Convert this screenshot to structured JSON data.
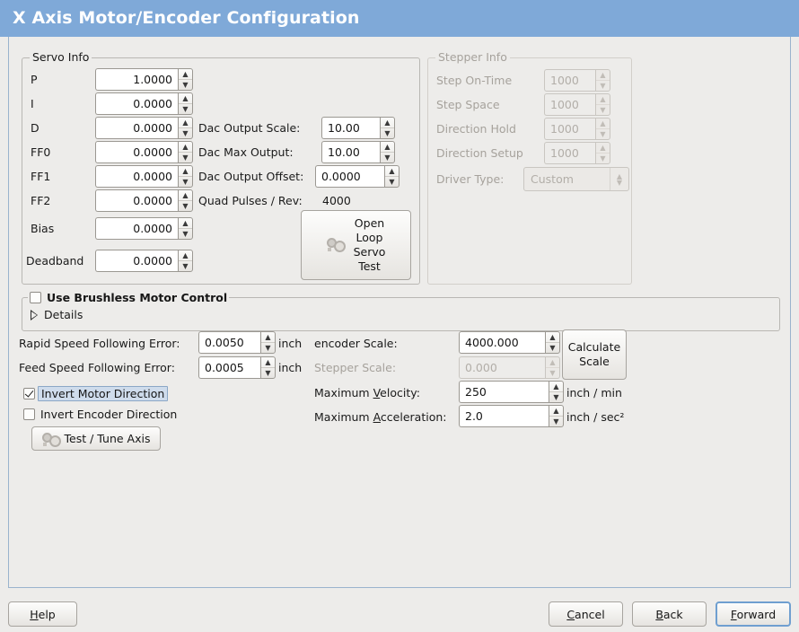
{
  "window": {
    "title": "X Axis Motor/Encoder Configuration",
    "title_bar_color": "#7fa9d8",
    "background_color": "#edecea"
  },
  "servo_info": {
    "legend": "Servo Info",
    "params": [
      {
        "label": "P",
        "value": "1.0000"
      },
      {
        "label": "I",
        "value": "0.0000"
      },
      {
        "label": "D",
        "value": "0.0000"
      },
      {
        "label": "FF0",
        "value": "0.0000"
      },
      {
        "label": "FF1",
        "value": "0.0000"
      },
      {
        "label": "FF2",
        "value": "0.0000"
      },
      {
        "label": "Bias",
        "value": "0.0000"
      },
      {
        "label": "Deadband",
        "value": "0.0000"
      }
    ],
    "dac_output_scale_label": "Dac Output Scale:",
    "dac_output_scale_value": "10.00",
    "dac_max_output_label": "Dac Max Output:",
    "dac_max_output_value": "10.00",
    "dac_output_offset_label": "Dac Output Offset:",
    "dac_output_offset_value": "0.0000",
    "quad_pulses_label": "Quad Pulses / Rev:",
    "quad_pulses_value": "4000",
    "open_loop_test_label": "Open\nLoop\nServo\nTest"
  },
  "stepper_info": {
    "legend": "Stepper Info",
    "params": [
      {
        "label": "Step On-Time",
        "value": "1000"
      },
      {
        "label": "Step Space",
        "value": "1000"
      },
      {
        "label": "Direction Hold",
        "value": "1000"
      },
      {
        "label": "Direction Setup",
        "value": "1000"
      }
    ],
    "driver_type_label": "Driver Type:",
    "driver_type_value": "Custom"
  },
  "brushless": {
    "checkbox_label": "Use Brushless Motor Control",
    "checked": false,
    "details_label": "Details",
    "details_expanded": false
  },
  "axis_settings": {
    "rapid_following_error_label": "Rapid Speed Following Error:",
    "rapid_following_error_value": "0.0050",
    "rapid_following_error_unit": "inch",
    "feed_following_error_label": "Feed Speed Following Error:",
    "feed_following_error_value": "0.0005",
    "feed_following_error_unit": "inch",
    "invert_motor_label": "Invert Motor Direction",
    "invert_motor_checked": true,
    "invert_encoder_label": "Invert Encoder Direction",
    "invert_encoder_checked": false,
    "test_tune_label": "Test / Tune Axis",
    "encoder_scale_label": "encoder Scale:",
    "encoder_scale_value": "4000.000",
    "stepper_scale_label": "Stepper Scale:",
    "stepper_scale_value": "0.000",
    "calculate_scale_label": "Calculate\nScale",
    "max_velocity_label": "Maximum Velocity:",
    "max_velocity_label_pre": "Maximum ",
    "max_velocity_label_key": "V",
    "max_velocity_label_post": "elocity:",
    "max_velocity_value": "250",
    "max_velocity_unit": "inch / min",
    "max_accel_label_pre": "Maximum ",
    "max_accel_label_key": "A",
    "max_accel_label_post": "cceleration:",
    "max_accel_value": "2.0",
    "max_accel_unit": "inch / sec²"
  },
  "actions": {
    "help_pre": "H",
    "help_post": "elp",
    "cancel_pre": "C",
    "cancel_post": "ancel",
    "back_pre": "B",
    "back_post": "ack",
    "forward_pre": "F",
    "forward_post": "orward",
    "focused": "Forward"
  }
}
